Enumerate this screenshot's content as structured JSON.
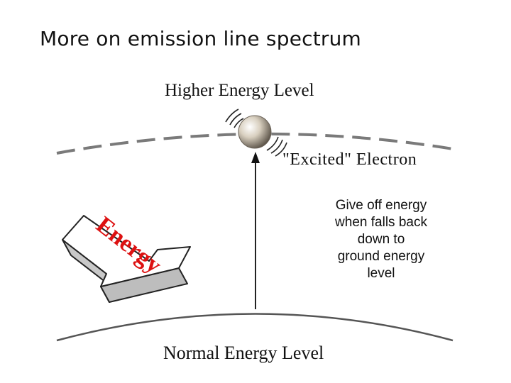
{
  "slide": {
    "title": "More on emission line spectrum"
  },
  "diagram": {
    "higher_level_label": "Higher Energy Level",
    "excited_label": "\"Excited\" Electron",
    "normal_level_label": "Normal Energy Level",
    "energy_arrow_text": "Energy",
    "note_lines": [
      "Give off energy",
      "when falls back",
      "down to",
      "ground energy",
      "level"
    ]
  },
  "colors": {
    "energy_text": "#dd1111",
    "line": "#222222",
    "electron": "#c9bfae"
  }
}
